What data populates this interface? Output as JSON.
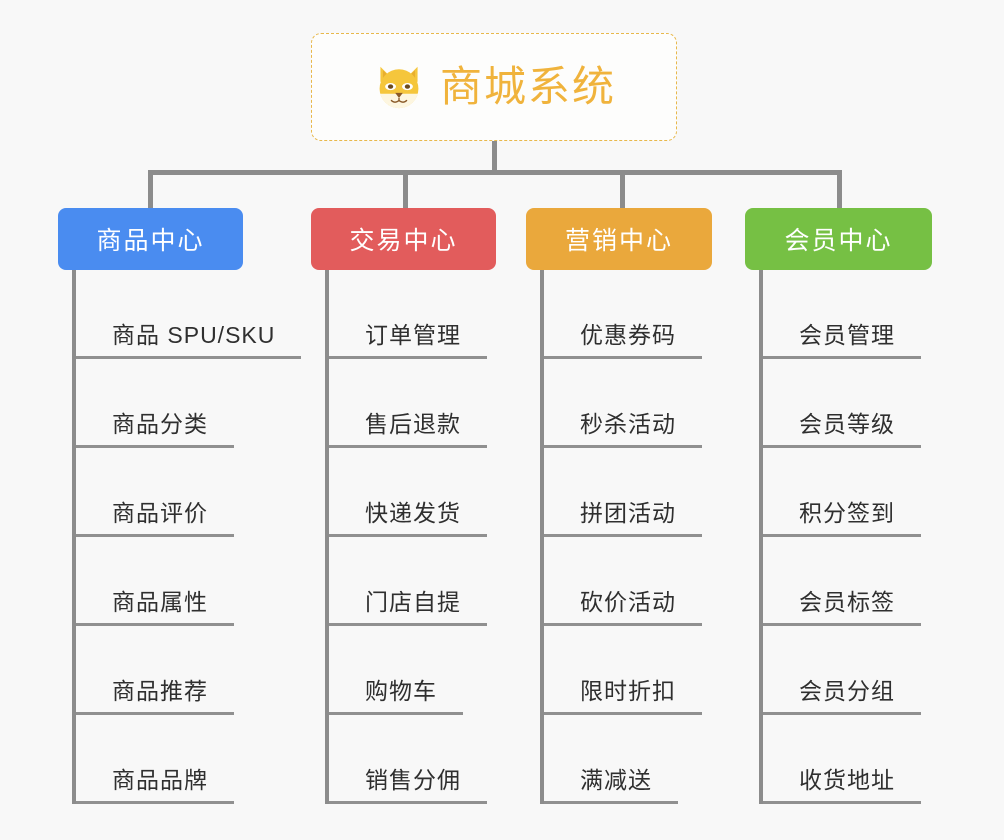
{
  "root": {
    "title": "商城系统",
    "icon": "shiba-dog-face-emoji",
    "accent_color": "#f0b33c",
    "border_color": "#e8b84b"
  },
  "background_color": "#f8f8f8",
  "connector_color": "#8c8c8c",
  "categories": [
    {
      "label": "商品中心",
      "color": "#4a8cf0",
      "items": [
        {
          "label": "商品 SPU/SKU"
        },
        {
          "label": "商品分类"
        },
        {
          "label": "商品评价"
        },
        {
          "label": "商品属性"
        },
        {
          "label": "商品推荐"
        },
        {
          "label": "商品品牌"
        }
      ]
    },
    {
      "label": "交易中心",
      "color": "#e25c5c",
      "items": [
        {
          "label": "订单管理"
        },
        {
          "label": "售后退款"
        },
        {
          "label": "快递发货"
        },
        {
          "label": "门店自提"
        },
        {
          "label": "购物车"
        },
        {
          "label": "销售分佣"
        }
      ]
    },
    {
      "label": "营销中心",
      "color": "#eaa83c",
      "items": [
        {
          "label": "优惠券码"
        },
        {
          "label": "秒杀活动"
        },
        {
          "label": "拼团活动"
        },
        {
          "label": "砍价活动"
        },
        {
          "label": "限时折扣"
        },
        {
          "label": "满减送"
        }
      ]
    },
    {
      "label": "会员中心",
      "color": "#76c044",
      "items": [
        {
          "label": "会员管理"
        },
        {
          "label": "会员等级"
        },
        {
          "label": "积分签到"
        },
        {
          "label": "会员标签"
        },
        {
          "label": "会员分组"
        },
        {
          "label": "收货地址"
        }
      ]
    }
  ]
}
